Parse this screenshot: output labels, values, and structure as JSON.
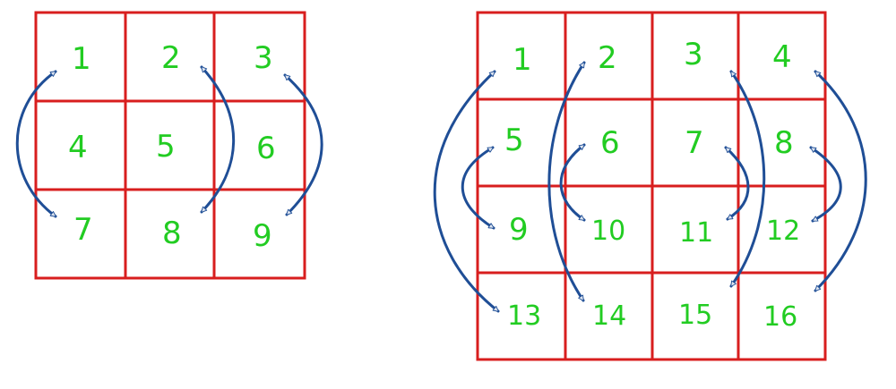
{
  "colors": {
    "grid": "#d81e1e",
    "numbers": "#22cc22",
    "arrow_stroke": "#1f4e96",
    "arrow_fill": "#dde4ef",
    "background": "#ffffff"
  },
  "left_grid": {
    "size": "3x3",
    "cells": [
      "1",
      "2",
      "3",
      "4",
      "5",
      "6",
      "7",
      "8",
      "9"
    ],
    "swaps": [
      {
        "from": "1",
        "to": "7"
      },
      {
        "from": "2",
        "to": "8"
      },
      {
        "from": "3",
        "to": "9"
      }
    ]
  },
  "right_grid": {
    "size": "4x4",
    "cells": [
      "1",
      "2",
      "3",
      "4",
      "5",
      "6",
      "7",
      "8",
      "9",
      "10",
      "11",
      "12",
      "13",
      "14",
      "15",
      "16"
    ],
    "swaps": [
      {
        "from": "1",
        "to": "13"
      },
      {
        "from": "2",
        "to": "14"
      },
      {
        "from": "3",
        "to": "15"
      },
      {
        "from": "4",
        "to": "16"
      },
      {
        "from": "5",
        "to": "9"
      },
      {
        "from": "6",
        "to": "10"
      },
      {
        "from": "7",
        "to": "11"
      },
      {
        "from": "8",
        "to": "12"
      }
    ]
  }
}
